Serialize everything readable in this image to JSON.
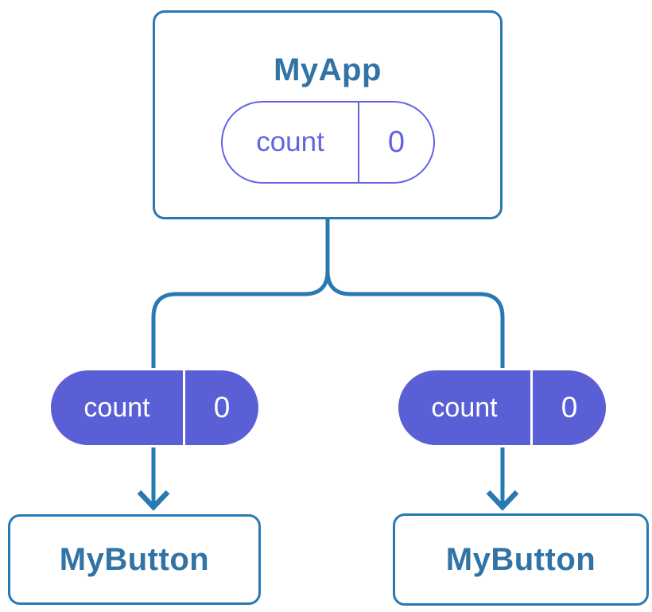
{
  "colors": {
    "stroke-blue": "#2878b2",
    "text-blue": "#3173a5",
    "purple-fill": "#5b5fd6",
    "purple-outline": "#6363e1",
    "surface": "#ffffff"
  },
  "tree": {
    "root": {
      "title": "MyApp",
      "state": {
        "label": "count",
        "value": "0"
      }
    },
    "children": [
      {
        "title": "MyButton",
        "prop": {
          "label": "count",
          "value": "0"
        }
      },
      {
        "title": "MyButton",
        "prop": {
          "label": "count",
          "value": "0"
        }
      }
    ]
  }
}
